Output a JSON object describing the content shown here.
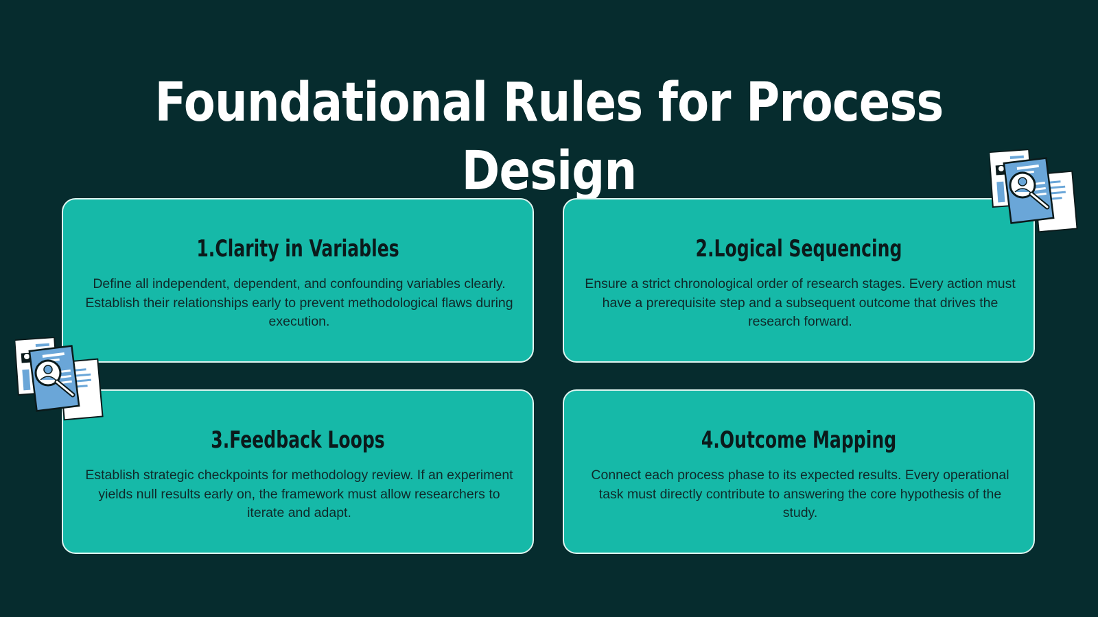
{
  "slide": {
    "title": "Foundational Rules for Process Design",
    "colors": {
      "background": "#062c2e",
      "card": "#16b9a8",
      "card_border": "#dff5f1",
      "title": "#ffffff",
      "heading": "#0b1a1b",
      "body": "#0f2a2a"
    }
  },
  "cards": [
    {
      "heading": "1.Clarity in Variables",
      "body": "Define all independent, dependent, and confounding variables clearly. Establish their relationships early to prevent methodological flaws during execution."
    },
    {
      "heading": "2.Logical Sequencing",
      "body": "Ensure a strict chronological order of research stages. Every action must have a prerequisite step and a subsequent outcome that drives the research forward."
    },
    {
      "heading": "3.Feedback Loops",
      "body": "Establish strategic checkpoints for methodology review. If an experiment yields null results early on, the framework must allow researchers to iterate and adapt."
    },
    {
      "heading": "4.Outcome Mapping",
      "body": "Connect each process phase to its expected results. Every operational task must directly contribute to answering the core hypothesis of the study."
    }
  ],
  "decorations": {
    "icon": "document-search-icon"
  }
}
